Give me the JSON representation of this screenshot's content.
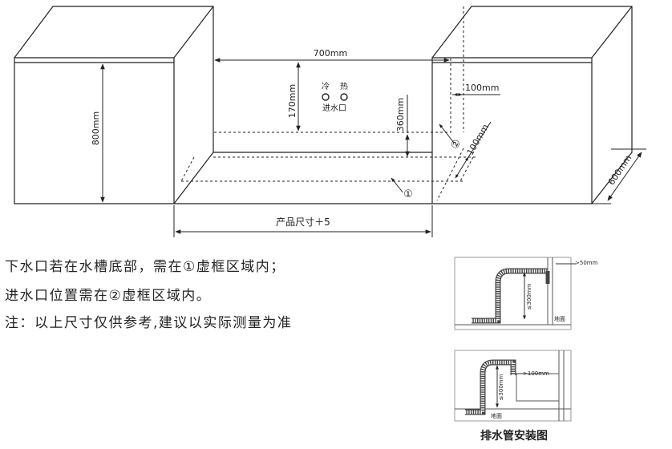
{
  "main_diagram": {
    "dim_width": "700mm",
    "dim_cabinet_height": "800mm",
    "dim_inlet_zone_height": "170mm",
    "dim_inlet_height": "360mm",
    "dim_side_offset": "100mm",
    "dim_back_offset": "100mm",
    "dim_depth": "600mm",
    "faucet_cold": "冷",
    "faucet_hot": "热",
    "inlet_label": "进水口",
    "zone_1": "①",
    "zone_2": "②",
    "product_size": "产品尺寸＋5"
  },
  "notes": [
    "下水口若在水槽底部，需在①虚框区域内；",
    "进水口位置需在②虚框区域内。",
    "注：以上尺寸仅供参考,建议以实际测量为准"
  ],
  "drain_diagrams": {
    "top_dim_gap": ">50mm",
    "top_dim_height": "≤300mm",
    "top_floor": "地面",
    "bottom_dim_gap": ">100mm",
    "bottom_dim_height": "≤300mm",
    "bottom_floor": "地面",
    "title": "排水管安装图"
  }
}
